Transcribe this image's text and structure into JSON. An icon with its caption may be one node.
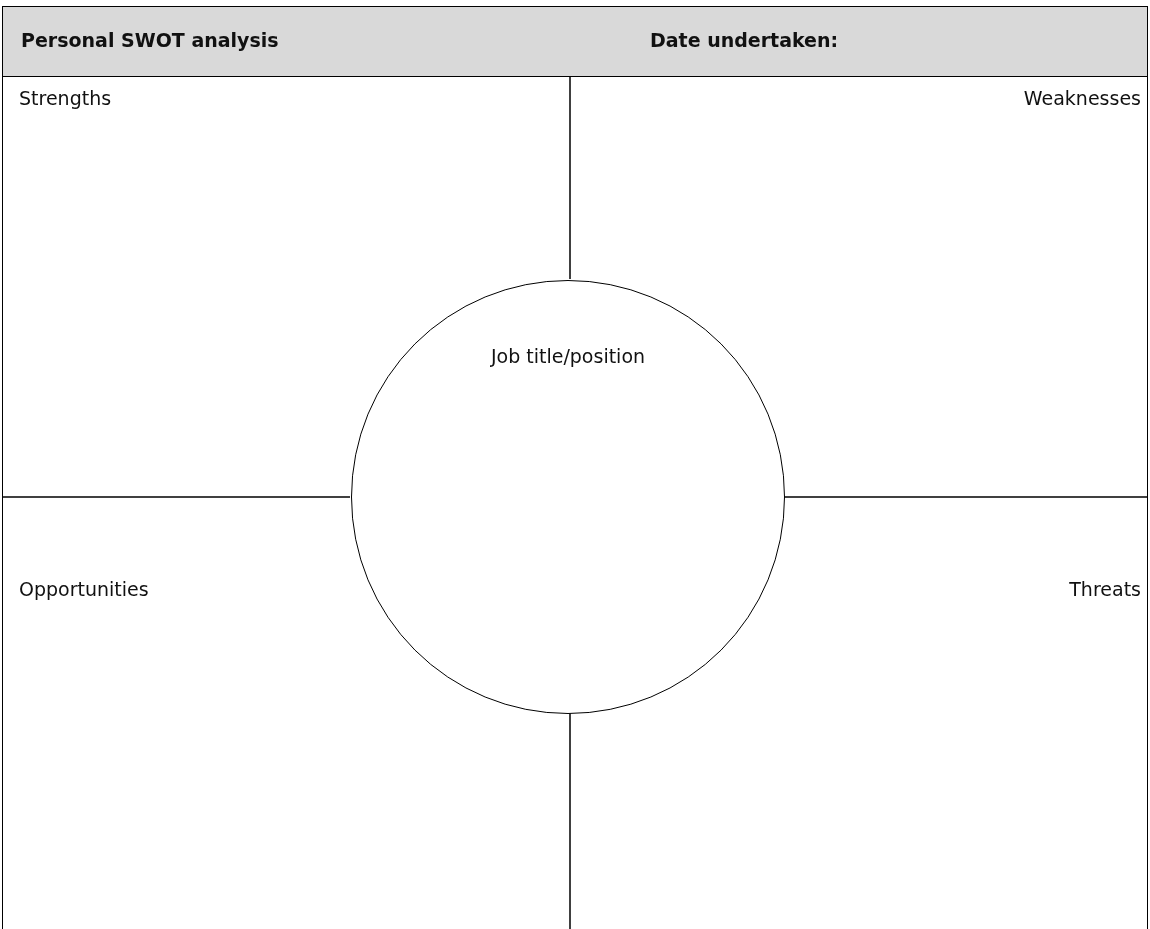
{
  "diagram": {
    "nodes": [
      {
        "text": [
          "Personal SWOT analysis",
          "Date undertaken:"
        ]
      },
      {
        "text": [
          "Strengths"
        ]
      },
      {
        "text": [
          "Weaknesses"
        ]
      },
      {
        "text": [
          "Opportunities"
        ]
      },
      {
        "text": [
          "Threats"
        ]
      },
      {
        "text": [
          "Job title/position"
        ]
      }
    ]
  }
}
